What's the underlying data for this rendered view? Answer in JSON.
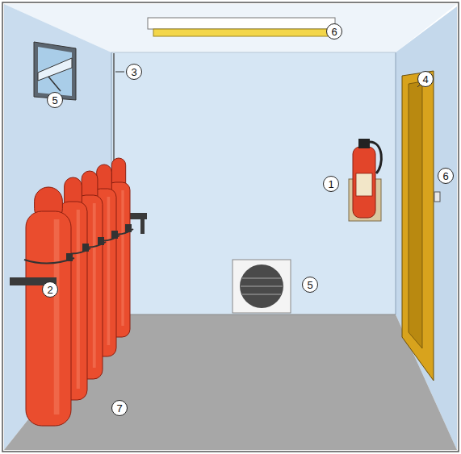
{
  "diagram": {
    "labels": [
      "6",
      "3",
      "4",
      "5",
      "6",
      "1",
      "5",
      "2",
      "7"
    ]
  }
}
